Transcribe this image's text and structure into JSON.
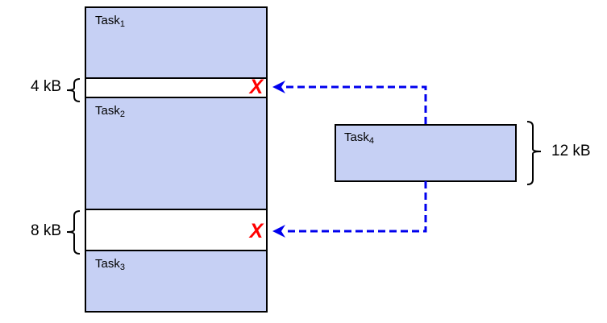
{
  "diagram": {
    "kind": "memory-fragmentation",
    "colors": {
      "task_fill": "#C6D0F4",
      "outline": "#000000",
      "arrow_blue": "#0000EE",
      "reject_red": "#FF0000",
      "background": "#FFFFFF"
    },
    "memory_column": {
      "blocks": [
        {
          "type": "task",
          "name": "Task",
          "subscript": "1"
        },
        {
          "type": "free_gap",
          "size": "4 kB",
          "rejected": true
        },
        {
          "type": "task",
          "name": "Task",
          "subscript": "2"
        },
        {
          "type": "free_gap",
          "size": "8 kB",
          "rejected": true
        },
        {
          "type": "task",
          "name": "Task",
          "subscript": "3"
        }
      ]
    },
    "incoming_task": {
      "name": "Task",
      "subscript": "4",
      "size": "12 kB"
    },
    "reject_mark": "X"
  }
}
